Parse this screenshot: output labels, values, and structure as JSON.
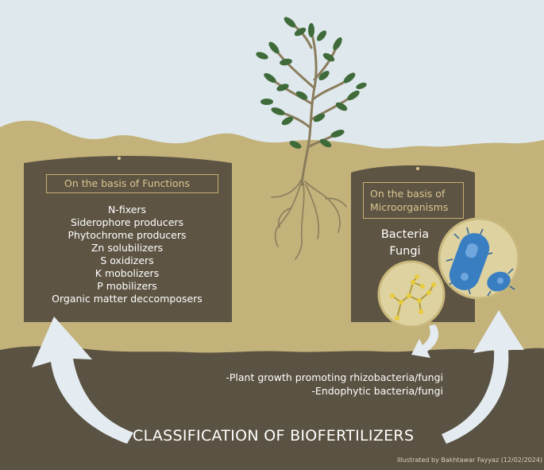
{
  "functions_board": {
    "title": "On the basis of Functions",
    "items": [
      "N-fixers",
      "Siderophore producers",
      "Phytochrome producers",
      "Zn solubilizers",
      "S oxidizers",
      "K mobolizers",
      "P mobilizers",
      "Organic matter deccomposers"
    ]
  },
  "microorganisms_board": {
    "title_line1": "On the basis of",
    "title_line2": "Microorganisms",
    "items": [
      "Bacteria",
      "Fungi"
    ]
  },
  "descriptions": [
    "-Plant growth promoting rhizobacteria/fungi",
    "-Endophytic bacteria/fungi"
  ],
  "main_title": "CLASSIFICATION OF BIOFERTILIZERS",
  "credit": "Illustrated by Bakhtawar Fayyaz (12/02/2024)",
  "colors": {
    "sky": "#dfe8ec",
    "topsoil": "#c3b27a",
    "deep_soil": "#5a5242",
    "board": "#5d5443",
    "board_title": "#d9c690",
    "leaf": "#3f6b3a",
    "stem": "#8a7d5d",
    "bacteria": "#3a7ec2",
    "fungi": "#e8cc3c"
  },
  "icons": [
    "plant-icon",
    "roots-icon",
    "fungi-hyphae-icon",
    "bacteria-icon",
    "arrow-icon"
  ]
}
